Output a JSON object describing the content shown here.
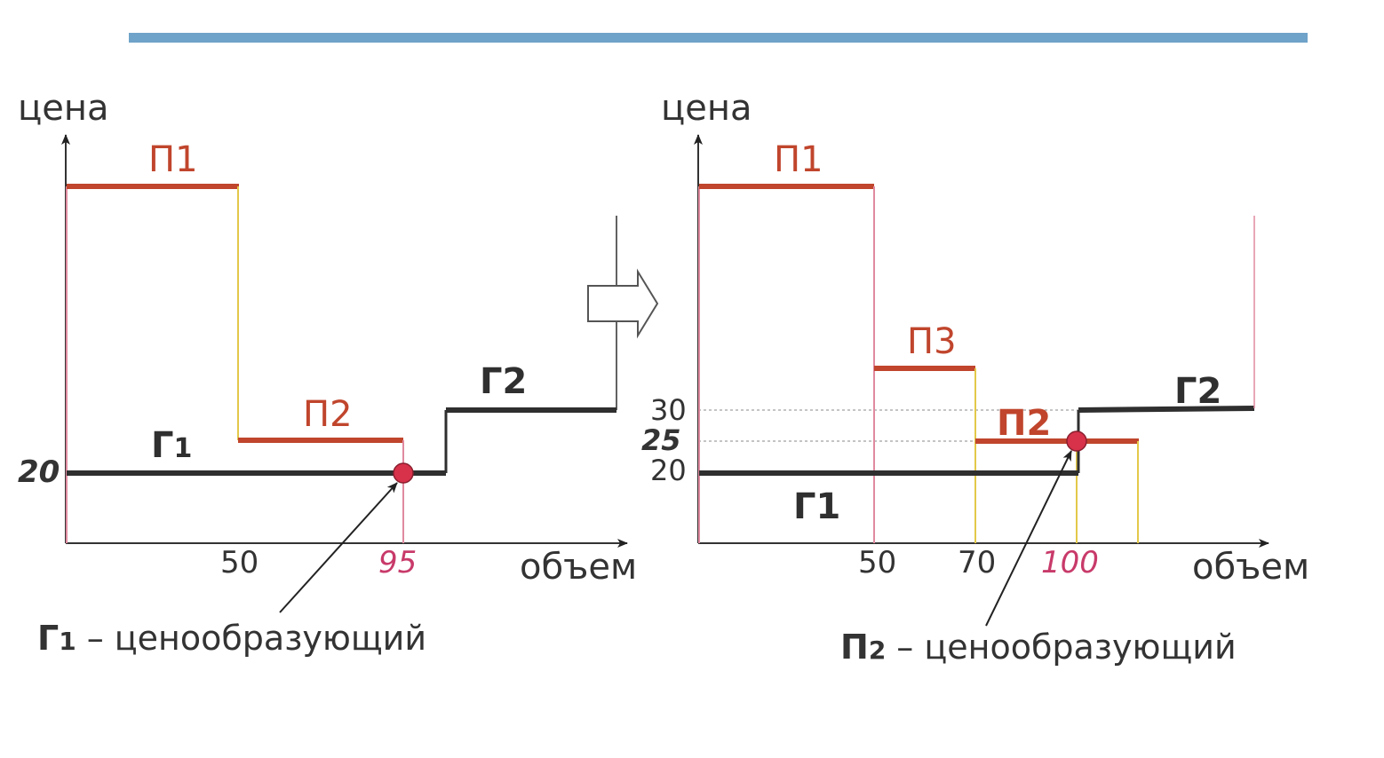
{
  "colors": {
    "banner": "#6fa3c9",
    "seller": "#c0452c",
    "buyer": "#2f2f2f",
    "connector_yellow": "#e3c84a",
    "connector_pink": "#e08aa0",
    "axis": "#333333",
    "point": "#d8314a",
    "highlight_label": "#c83a6a"
  },
  "left": {
    "axis_y_label": "цена",
    "axis_x_label": "объем",
    "seller_1": "П1",
    "seller_2": "П2",
    "buyer_1_letter": "Г",
    "buyer_1_sub": "1",
    "buyer_2": "Г2",
    "y_tick_20": "20",
    "x_tick_50": "50",
    "x_tick_95": "95",
    "caption_letter": "Г",
    "caption_sub": "1",
    "caption_text": "– ценообразующий"
  },
  "right": {
    "axis_y_label": "цена",
    "axis_x_label": "объем",
    "seller_1": "П1",
    "seller_2": "П2",
    "seller_3": "П3",
    "buyer_1": "Г1",
    "buyer_2": "Г2",
    "y_tick_30": "30",
    "y_tick_25": "25",
    "y_tick_20": "20",
    "x_tick_50": "50",
    "x_tick_70": "70",
    "x_tick_100": "100",
    "caption_letter": "П",
    "caption_sub": "2",
    "caption_text": "– ценообразующий"
  },
  "icons": {
    "transition_arrow": "outline-right-arrow-icon"
  }
}
